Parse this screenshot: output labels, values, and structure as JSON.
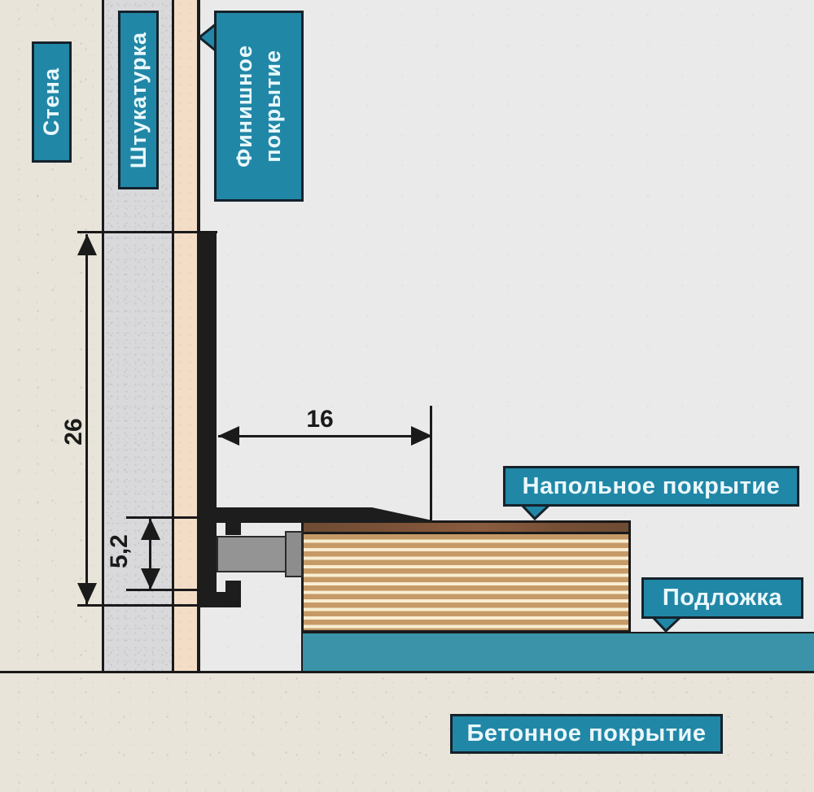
{
  "diagram": {
    "title_hint": "Skirting profile installation cross-section",
    "labels": {
      "wall": "Стена",
      "plaster": "Штукатурка",
      "finish_coating_line1": "Финишное",
      "finish_coating_line2": "покрытие",
      "floor_covering": "Напольное покрытие",
      "underlay": "Подложка",
      "concrete": "Бетонное покрытие"
    },
    "dimensions": {
      "profile_height": "26",
      "profile_depth": "16",
      "clip_gap": "5,2"
    },
    "colors": {
      "callout_teal": "#2187a7",
      "callout_border": "#15222b",
      "callout_text": "#eaf8fc",
      "line_black": "#1a1a1a",
      "wall_beige": "#e8e4d9",
      "plaster_gray": "#d9d9dc",
      "finish_peach": "#f3ddc7",
      "underlay_teal": "#3a93a9",
      "laminate_tan": "#c69a66",
      "laminate_cream": "#f8edd2",
      "clip_gray": "#949494"
    }
  }
}
